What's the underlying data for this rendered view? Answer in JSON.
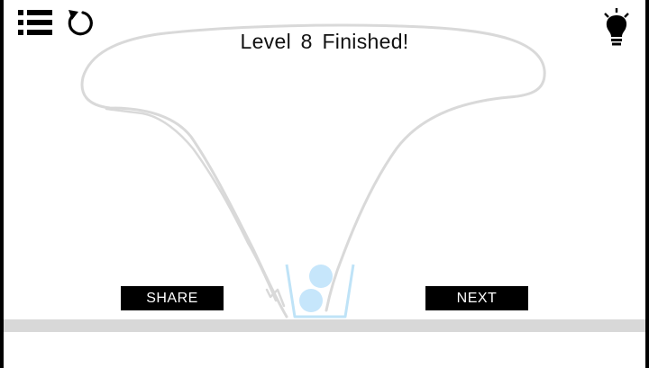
{
  "title": "Level  8  Finished!",
  "buttons": {
    "share_label": "SHARE",
    "next_label": "NEXT"
  },
  "toolbar": {
    "menu_icon": "list-menu-icon",
    "restart_icon": "restart-icon",
    "hint_icon": "lightbulb-icon"
  },
  "colors": {
    "drawn_line": "#d9d9d9",
    "cup": "#bfe3f7",
    "ball": "#c6e6fb",
    "ground": "#d8d8d8",
    "button_bg": "#000000",
    "button_text": "#ffffff"
  }
}
